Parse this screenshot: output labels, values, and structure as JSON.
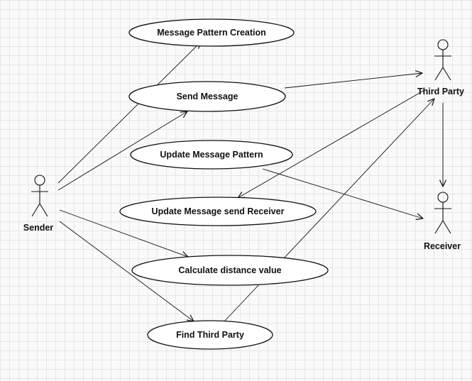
{
  "diagram": {
    "type": "use-case",
    "actors": [
      {
        "id": "sender",
        "label": "Sender"
      },
      {
        "id": "third_party",
        "label": "Third Party"
      },
      {
        "id": "receiver",
        "label": "Receiver"
      }
    ],
    "use_cases": [
      {
        "id": "uc_pattern_creation",
        "label": "Message Pattern Creation"
      },
      {
        "id": "uc_send_message",
        "label": "Send Message"
      },
      {
        "id": "uc_update_pattern",
        "label": "Update Message Pattern"
      },
      {
        "id": "uc_update_send_receiver",
        "label": "Update Message send Receiver"
      },
      {
        "id": "uc_calc_distance",
        "label": "Calculate distance value"
      },
      {
        "id": "uc_find_third_party",
        "label": "Find Third Party"
      }
    ],
    "connections": [
      {
        "from": "sender",
        "to": "uc_pattern_creation"
      },
      {
        "from": "sender",
        "to": "uc_send_message"
      },
      {
        "from": "sender",
        "to": "uc_calc_distance"
      },
      {
        "from": "sender",
        "to": "uc_find_third_party"
      },
      {
        "from": "uc_send_message",
        "to": "third_party"
      },
      {
        "from": "third_party",
        "to": "uc_update_send_receiver"
      },
      {
        "from": "uc_find_third_party",
        "to": "third_party"
      },
      {
        "from": "uc_update_pattern",
        "to": "receiver"
      },
      {
        "from": "third_party",
        "to": "receiver"
      }
    ]
  }
}
